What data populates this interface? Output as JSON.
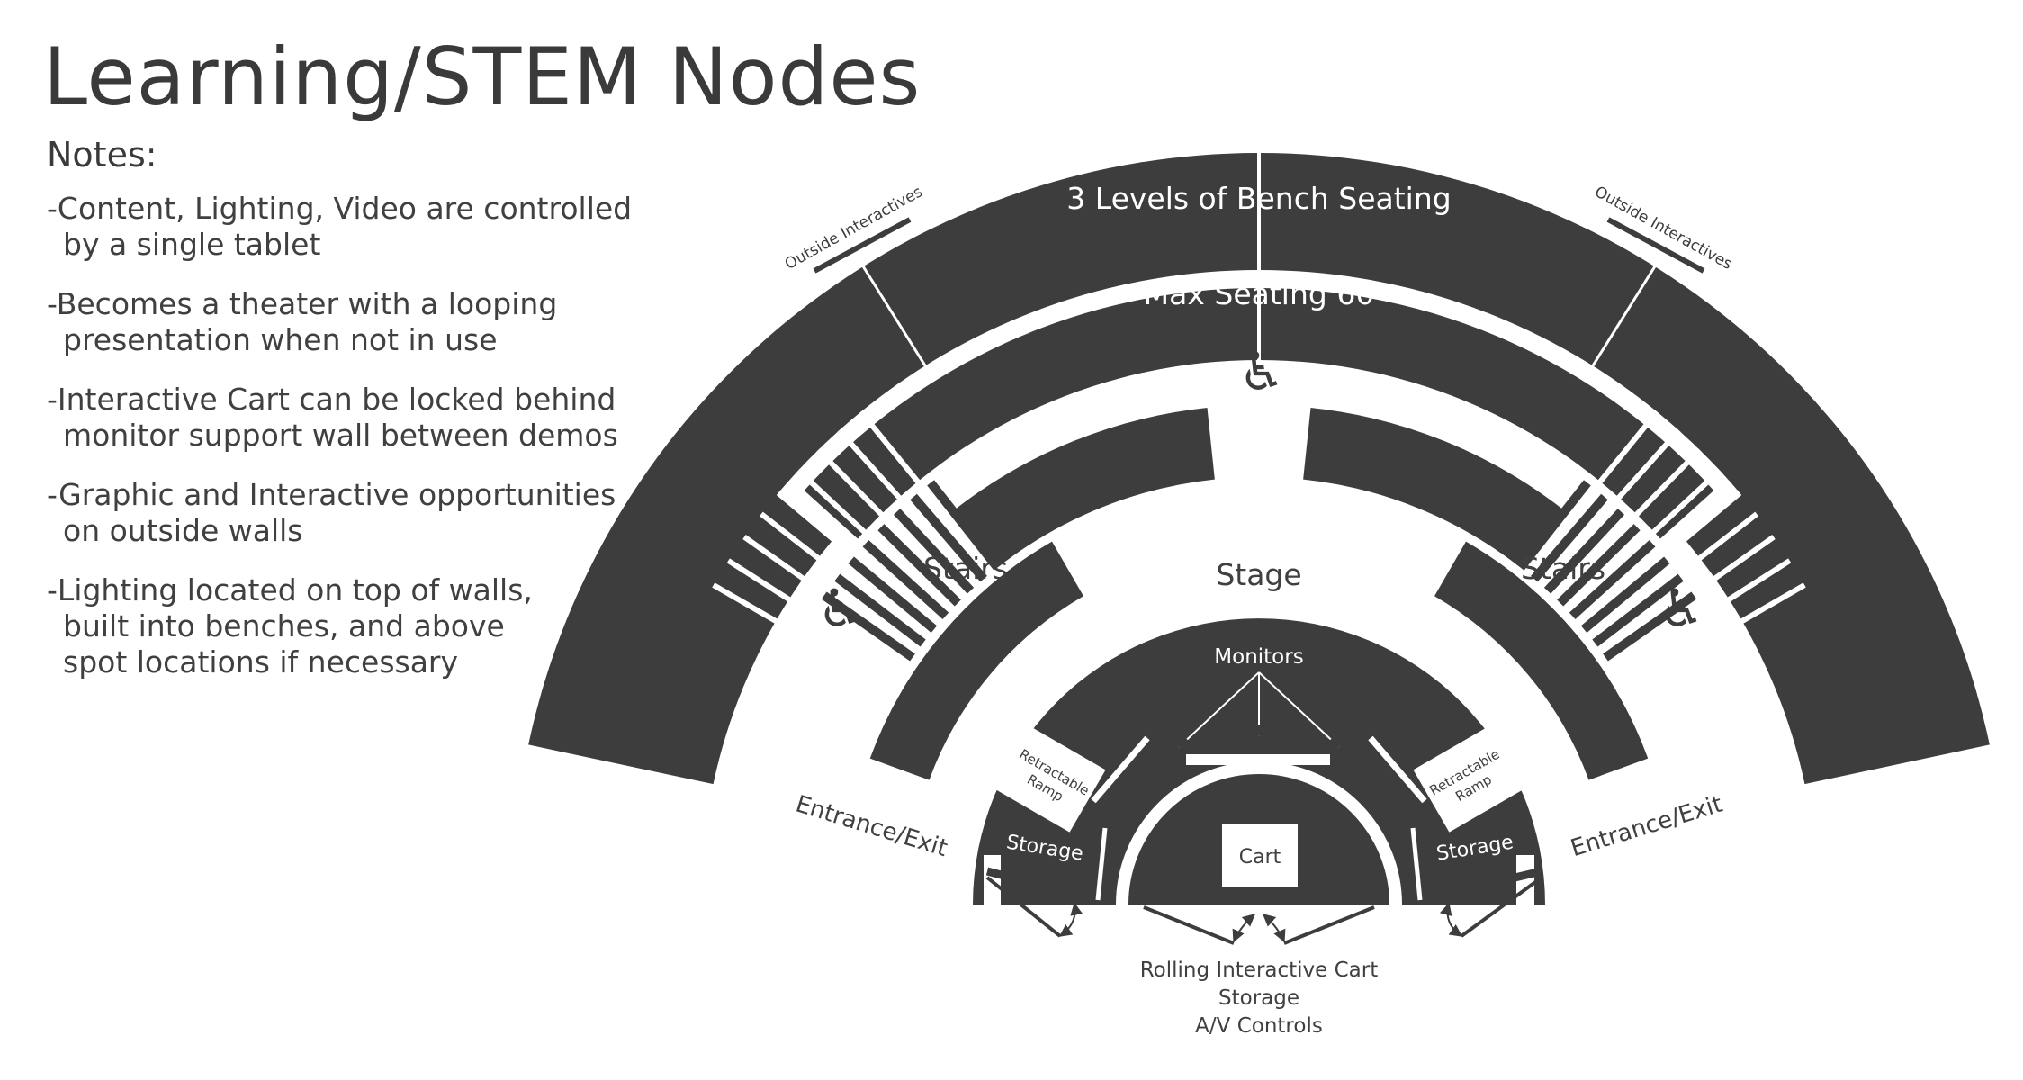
{
  "title": "Learning/STEM Nodes",
  "notes": {
    "heading": "Notes:",
    "items": [
      {
        "line1": "-Content, Lighting, Video are controlled",
        "line2": "by a single tablet",
        "line3": ""
      },
      {
        "line1": "-Becomes a theater with a looping",
        "line2": "presentation when not in use",
        "line3": ""
      },
      {
        "line1": "-Interactive Cart can be locked behind",
        "line2": "monitor support wall between demos",
        "line3": ""
      },
      {
        "line1": "-Graphic and Interactive opportunities",
        "line2": "on outside walls",
        "line3": ""
      },
      {
        "line1": "-Lighting located on top of walls,",
        "line2": "built into benches, and above",
        "line3": "spot locations if necessary"
      }
    ]
  },
  "plan": {
    "bench_seating": "3 Levels of Bench Seating",
    "max_seating": "Max Seating 60",
    "outside_interactives_left": "Outside Interactives",
    "outside_interactives_right": "Outside Interactives",
    "stairs_left": "Stairs",
    "stairs_right": "Stairs",
    "stage": "Stage",
    "monitors": "Monitors",
    "cart": "Cart",
    "retractable_ramp_left": [
      "Retractable",
      "Ramp"
    ],
    "retractable_ramp_right": [
      "Retractable",
      "Ramp"
    ],
    "storage_left": "Storage",
    "storage_right": "Storage",
    "entrance_left": "Entrance/Exit",
    "entrance_right": "Entrance/Exit",
    "bottom_labels": [
      "Rolling Interactive Cart",
      "Storage",
      "A/V Controls"
    ],
    "wheelchair_symbol": "♿",
    "fill_color": "#3d3d3d"
  }
}
